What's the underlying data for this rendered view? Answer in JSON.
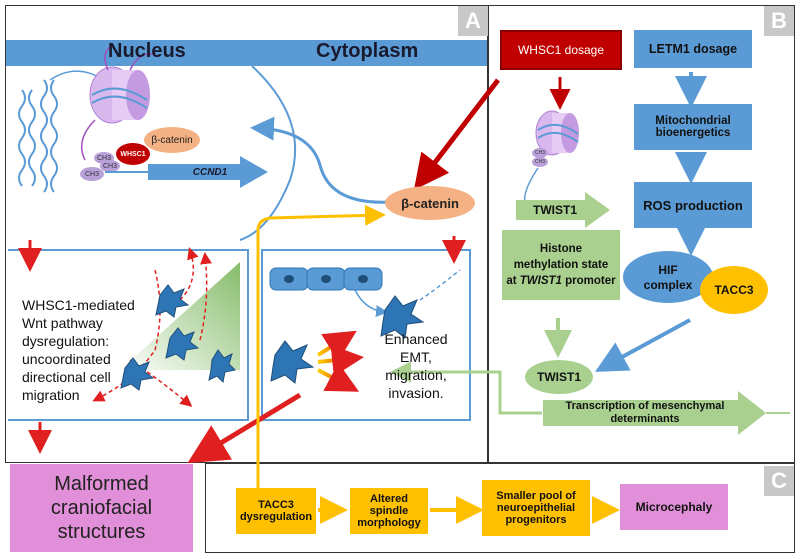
{
  "panels": {
    "a_label": "A",
    "b_label": "B",
    "c_label": "C"
  },
  "panel_a": {
    "nucleus": "Nucleus",
    "cytoplasm": "Cytoplasm",
    "beta_catenin_small": "β-catenin",
    "whsc1_small": "WHSC1",
    "ch3_a": "CH3",
    "ch3_b": "CH3",
    "ch3_c": "CH3",
    "ccnd1": "CCND1",
    "beta_catenin": "β-catenin",
    "left_box_text": "WHSC1-mediated Wnt pathway dysregulation: uncoordinated directional cell migration",
    "right_box_text": "Enhanced EMT, migration, invasion.",
    "malformed": "Malformed craniofacial structures"
  },
  "panel_b": {
    "whsc1_dosage": "WHSC1 dosage",
    "letm1_dosage": "LETM1 dosage",
    "mito": "Mitochondrial bioenergetics",
    "ros": "ROS production",
    "twist1_arrow": "TWIST1",
    "histone": [
      "Histone",
      "methylation state",
      "at ",
      "TWIST1",
      " promoter"
    ],
    "hif": "HIF complex",
    "tacc3": "TACC3",
    "twist1_oval": "TWIST1",
    "transcription": "Transcription of mesenchymal determinants",
    "ch3_a": "CH3",
    "ch3_b": "CH3"
  },
  "panel_c": {
    "tacc3_dys": "TACC3 dysregulation",
    "altered": "Altered spindle morphology",
    "smaller": "Smaller pool of neuroepithelial progenitors",
    "microcephaly": "Microcephaly"
  },
  "colors": {
    "blue": "#5b9bd5",
    "dark_red": "#c00000",
    "green": "#a9d08e",
    "gold": "#ffc000",
    "pink": "#e08fd8",
    "salmon": "#f4b183"
  }
}
